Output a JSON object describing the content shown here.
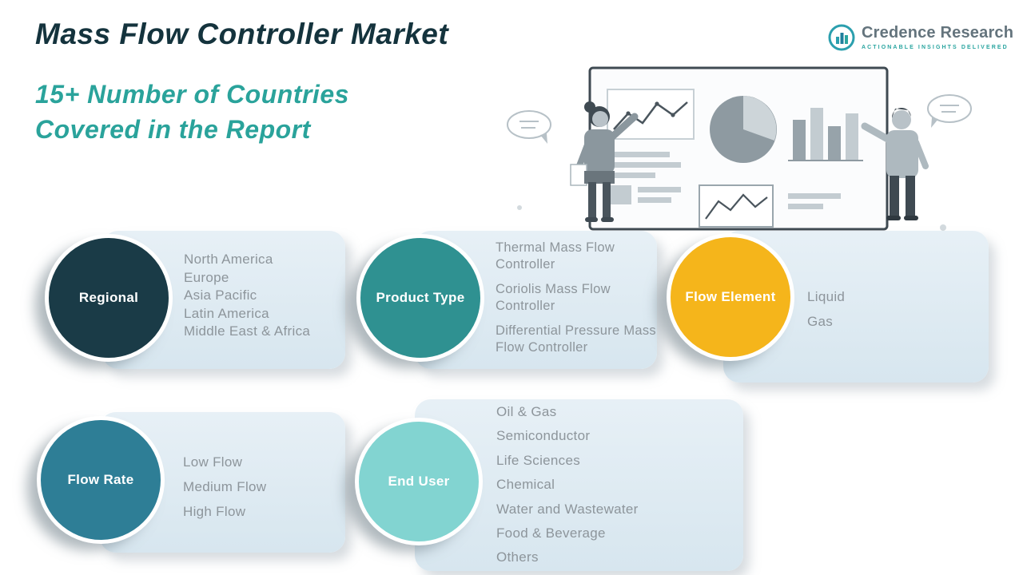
{
  "header": {
    "title": "Mass Flow Controller Market",
    "subtitle_line1": "15+ Number of Countries",
    "subtitle_line2": "Covered in the Report"
  },
  "logo": {
    "name": "Credence Research",
    "tagline": "ACTIONABLE INSIGHTS DELIVERED",
    "accent_color": "#2aa5a0",
    "icon": "bar-chart-circle-icon"
  },
  "cards": [
    {
      "label": "Regional",
      "color": "#1a3b47",
      "items": [
        "North America",
        "Europe",
        "Asia Pacific",
        "Latin America",
        "Middle East & Africa"
      ]
    },
    {
      "label": "Product Type",
      "color": "#2f9191",
      "items": [
        "Thermal Mass Flow Controller",
        "Coriolis Mass Flow Controller",
        "Differential Pressure Mass Flow Controller"
      ]
    },
    {
      "label": "Flow Element",
      "color": "#f5b51b",
      "items": [
        "Liquid",
        "Gas"
      ]
    },
    {
      "label": "Flow Rate",
      "color": "#2e7e96",
      "items": [
        "Low Flow",
        "Medium Flow",
        "High Flow"
      ]
    },
    {
      "label": "End User",
      "color": "#82d4d1",
      "items": [
        "Oil & Gas",
        "Semiconductor",
        "Life Sciences",
        "Chemical",
        "Water and Wastewater",
        "Food & Beverage",
        "Others"
      ]
    }
  ]
}
